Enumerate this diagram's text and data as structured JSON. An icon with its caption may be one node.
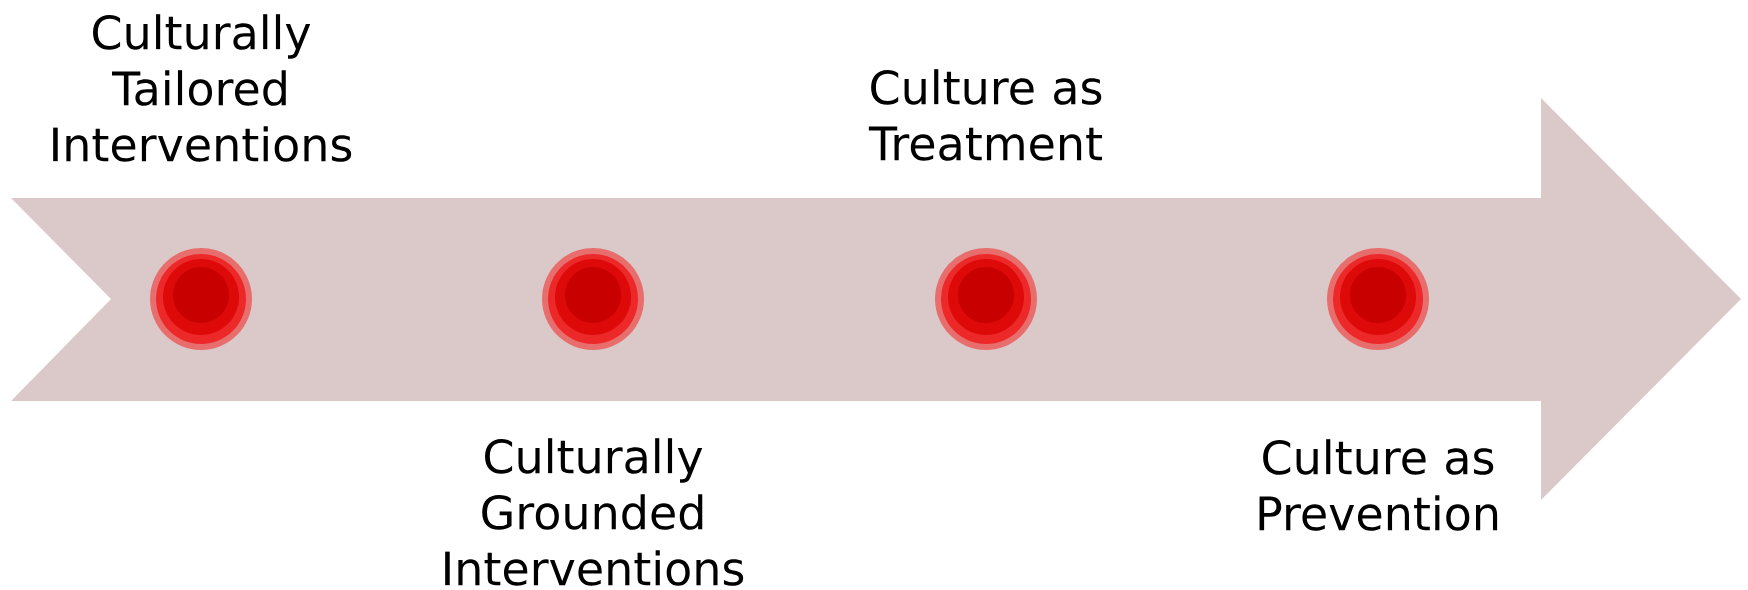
{
  "diagram": {
    "nodes": [
      {
        "text": [],
        "shape": "circle",
        "beside": [
          "Culturally Tailored Interventions"
        ]
      },
      {
        "text": [],
        "shape": "circle",
        "beside": [
          "Culturally Grounded Interventions"
        ]
      },
      {
        "text": [],
        "shape": "circle",
        "beside": [
          "Culture as Treatment"
        ]
      },
      {
        "text": [],
        "shape": "circle",
        "beside": [
          "Culture as Prevention"
        ]
      }
    ]
  }
}
